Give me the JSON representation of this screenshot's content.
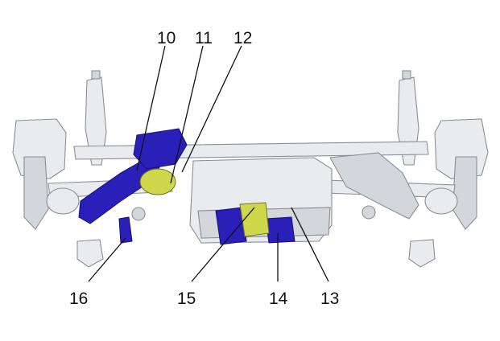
{
  "callouts": [
    {
      "id": "10",
      "label": "10"
    },
    {
      "id": "11",
      "label": "11"
    },
    {
      "id": "12",
      "label": "12"
    },
    {
      "id": "13",
      "label": "13"
    },
    {
      "id": "14",
      "label": "14"
    },
    {
      "id": "15",
      "label": "15"
    },
    {
      "id": "16",
      "label": "16"
    }
  ],
  "colors": {
    "highlight_blue": "#2a1fb8",
    "highlight_yellow": "#cfd84a",
    "line_art": "#8a8f96",
    "labels": "#111111"
  }
}
